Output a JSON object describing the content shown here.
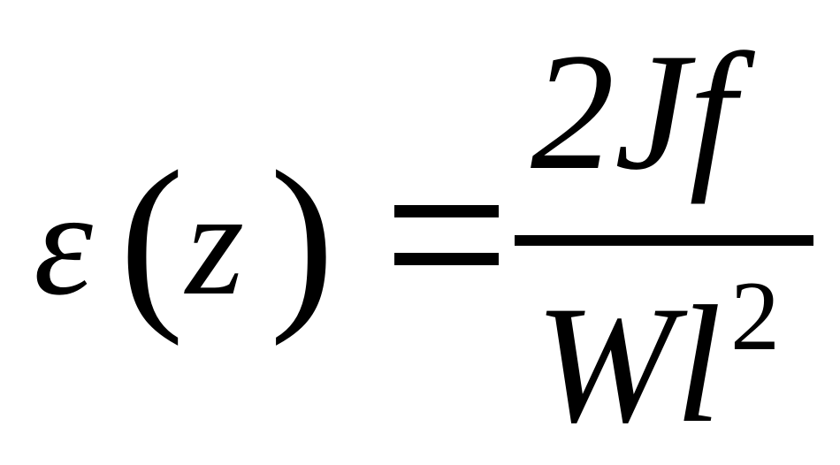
{
  "formula": {
    "lhs_variable": "ε",
    "open_paren": "(",
    "lhs_argument": "z",
    "close_paren": ")",
    "numerator": "2Jf",
    "denominator": "Wl",
    "denominator_exponent": "2"
  }
}
